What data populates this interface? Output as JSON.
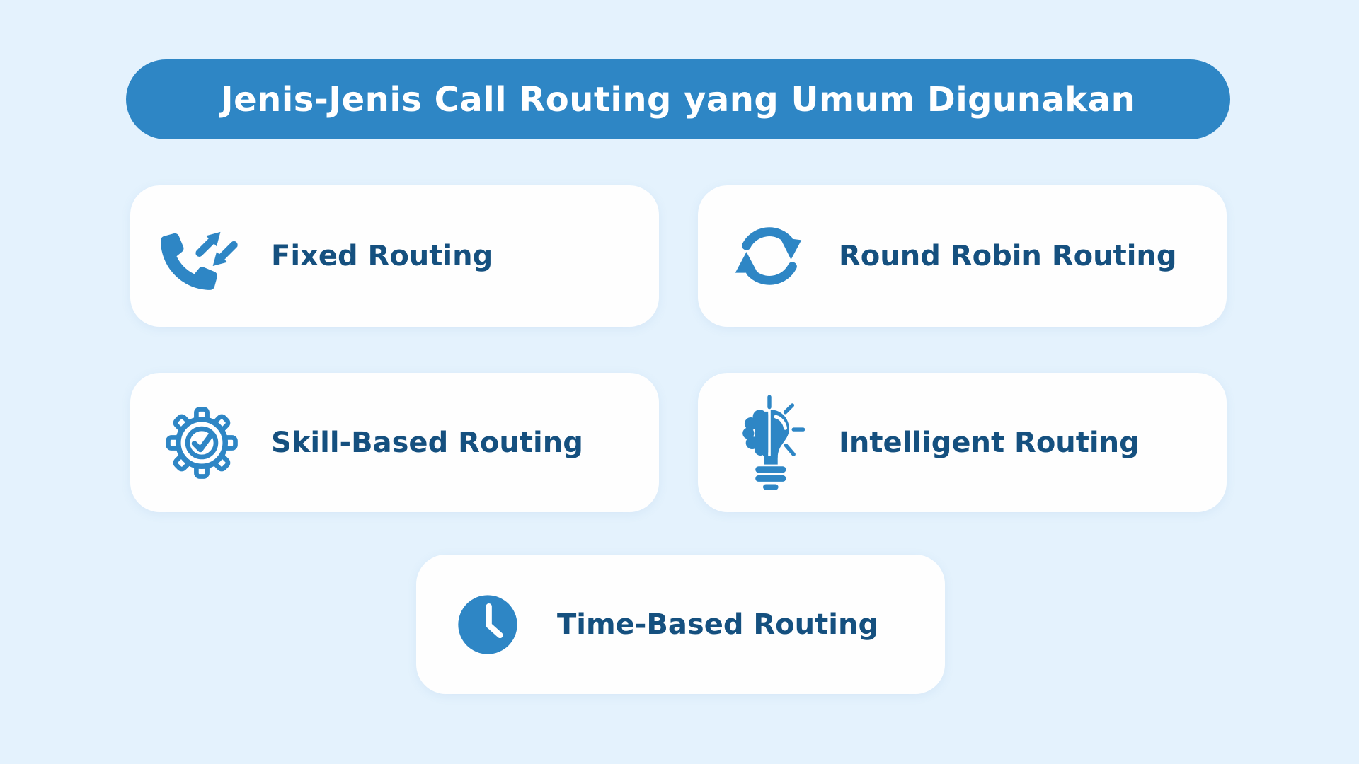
{
  "page": {
    "background_color": "#e4f2fd",
    "language": "Indonesian"
  },
  "header": {
    "title": "Jenis-Jenis Call Routing yang Umum Digunakan",
    "background_color": "#2e86c5",
    "text_color": "#ffffff"
  },
  "colors": {
    "accent_blue": "#2e86c5",
    "card_background": "#fefefe",
    "label_navy": "#15507f",
    "icon_blue": "#2e86c5"
  },
  "cards": [
    {
      "label": "Fixed Routing",
      "icon": "phone-arrows-icon"
    },
    {
      "label": "Round Robin Routing",
      "icon": "circular-arrows-icon"
    },
    {
      "label": "Skill-Based Routing",
      "icon": "gear-check-icon"
    },
    {
      "label": "Intelligent Routing",
      "icon": "brain-bulb-icon"
    },
    {
      "label": "Time-Based Routing",
      "icon": "clock-icon"
    }
  ]
}
